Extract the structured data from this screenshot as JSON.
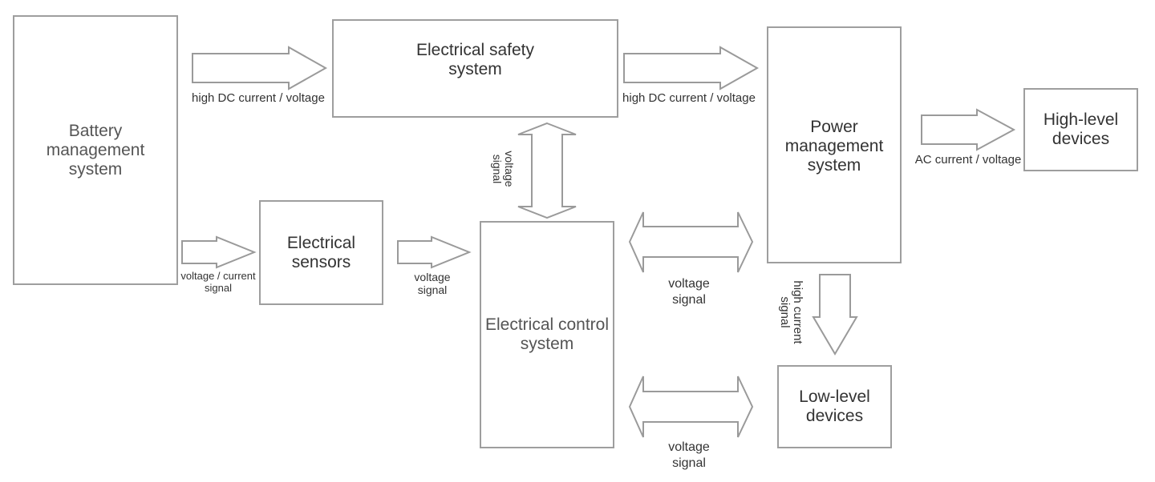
{
  "diagram": {
    "blocks": {
      "bms": "Battery\nmanagement\nsystem",
      "safety": "Electrical safety\nsystem",
      "power": "Power\nmanagement\nsystem",
      "high_level": "High-level\ndevices",
      "sensors": "Electrical\nsensors",
      "control": "Electrical control\nsystem",
      "low_level": "Low-level\ndevices"
    },
    "labels": {
      "bms_to_safety": "high DC current / voltage",
      "safety_to_power": "high DC current / voltage",
      "power_to_high": "AC current / voltage",
      "bms_to_sensors": "voltage / current\nsignal",
      "sensors_to_control": "voltage\nsignal",
      "safety_control": "voltage\nsignal",
      "control_power": "voltage\nsignal",
      "control_low": "voltage\nsignal",
      "power_to_low": "high current\nsignal"
    },
    "colors": {
      "border": "#9e9e9e",
      "arrow_stroke": "#9a9a9a",
      "text": "#333333"
    }
  }
}
